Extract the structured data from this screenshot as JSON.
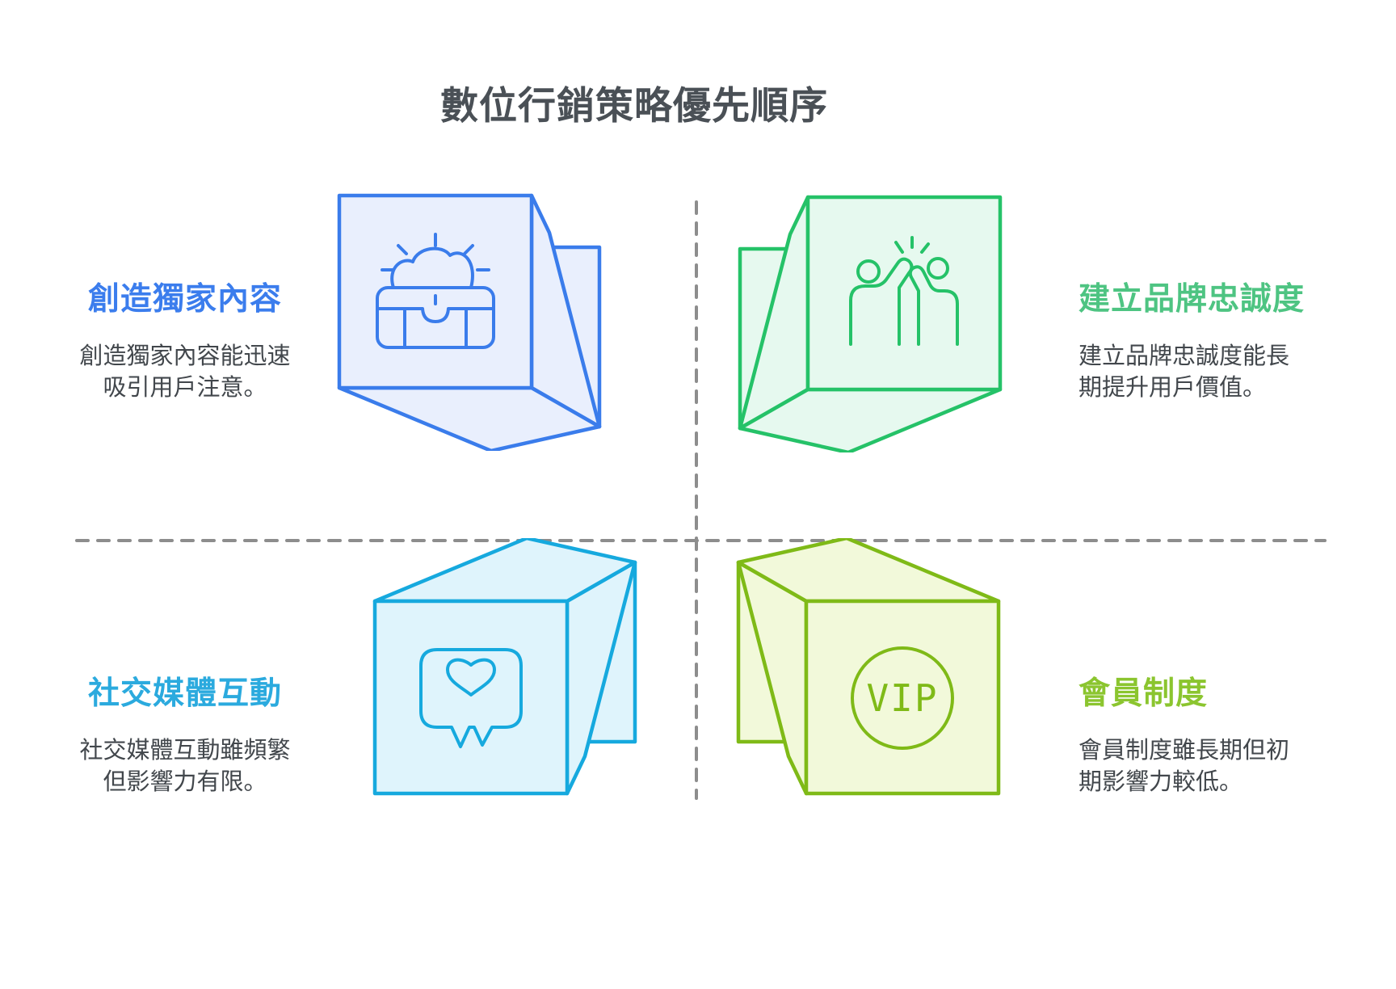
{
  "title": "數位行銷策略優先順序",
  "quadrants": [
    {
      "id": "top-left",
      "heading": "創造獨家內容",
      "body_lines": [
        "創造獨家內容能迅速",
        "吸引用戶注意。"
      ],
      "accent": "#3b7ded",
      "icon": "treasure-chest-icon"
    },
    {
      "id": "top-right",
      "heading": "建立品牌忠誠度",
      "body_lines": [
        "建立品牌忠誠度能長",
        "期提升用戶價值。"
      ],
      "accent": "#4ec482",
      "icon": "high-five-icon"
    },
    {
      "id": "bottom-left",
      "heading": "社交媒體互動",
      "body_lines": [
        "社交媒體互動雖頻繁",
        "但影響力有限。"
      ],
      "accent": "#2baade",
      "icon": "heart-message-icon"
    },
    {
      "id": "bottom-right",
      "heading": "會員制度",
      "body_lines": [
        "會員制度雖長期但初",
        "期影響力較低。"
      ],
      "accent": "#8bc52f",
      "icon": "vip-badge-icon"
    }
  ],
  "vip_label": "VIP",
  "colors": {
    "title_text": "#4a5056",
    "body_text": "#42474c",
    "divider": "#8d8d8d",
    "blue_fill": "#e9effd",
    "green_fill": "#e6f9ef",
    "cyan_fill": "#dff4fc",
    "lime_fill": "#f2f9da"
  }
}
